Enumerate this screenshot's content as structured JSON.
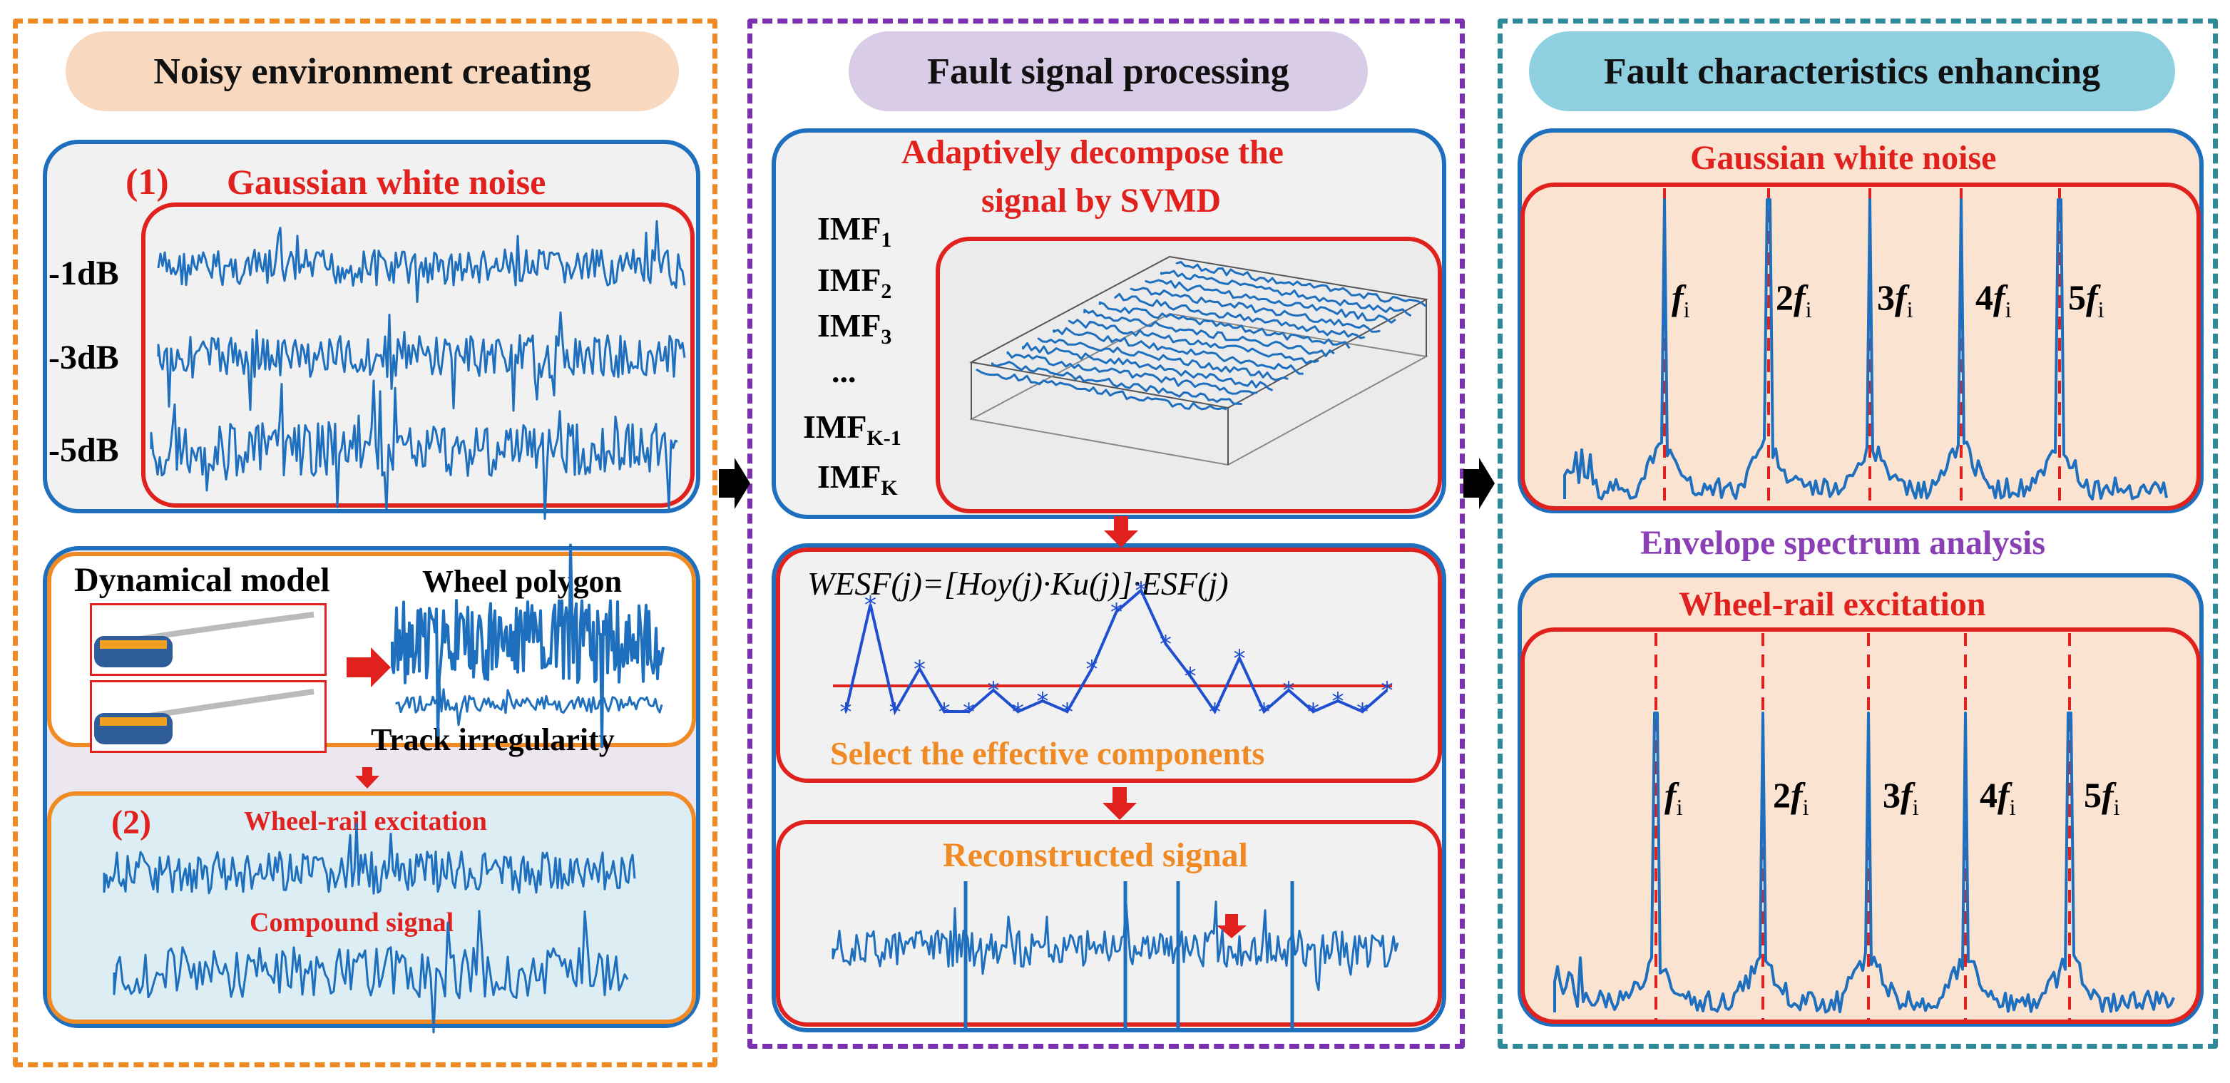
{
  "panels": {
    "left": {
      "title": "Noisy environment creating",
      "step1": {
        "number": "(1)",
        "title": "Gaussian white noise",
        "db_labels": [
          "-1dB",
          "-3dB",
          "-5dB"
        ]
      },
      "model": {
        "title": "Dynamical model",
        "wheel_polygon": "Wheel polygon",
        "track_irregularity": "Track irregularity"
      },
      "step2": {
        "number": "(2)",
        "excitation": "Wheel-rail excitation",
        "compound": "Compound signal"
      }
    },
    "middle": {
      "title": "Fault signal processing",
      "decompose": {
        "title_line1": "Adaptively decompose the",
        "title_line2": "signal by  SVMD",
        "imf": [
          {
            "base": "IMF",
            "sub": "1"
          },
          {
            "base": "IMF",
            "sub": "2"
          },
          {
            "base": "IMF",
            "sub": "3"
          },
          {
            "base": "...",
            "sub": ""
          },
          {
            "base": "IMF",
            "sub": "K-1"
          },
          {
            "base": "IMF",
            "sub": "K"
          }
        ]
      },
      "select": {
        "formula": "WESF(j)=[Hoy(j)·Ku(j)]·ESF(j)",
        "caption": "Select the effective components"
      },
      "reconstruct": {
        "title": "Reconstructed signal"
      }
    },
    "right": {
      "title": "Fault characteristics enhancing",
      "top_title": "Gaussian white noise",
      "bottom_title": "Wheel-rail excitation",
      "envelope": "Envelope spectrum analysis",
      "harmonics": [
        {
          "n": "",
          "f": "f",
          "sub": "i"
        },
        {
          "n": "2",
          "f": "f",
          "sub": "i"
        },
        {
          "n": "3",
          "f": "f",
          "sub": "i"
        },
        {
          "n": "4",
          "f": "f",
          "sub": "i"
        },
        {
          "n": "5",
          "f": "f",
          "sub": "i"
        }
      ]
    }
  },
  "colors": {
    "orange": "#f08a24",
    "purple": "#7a30b0",
    "teal": "#2e8a99",
    "blue": "#1f6fbf",
    "red": "#e0211d",
    "signal": "#1f6fbf"
  }
}
